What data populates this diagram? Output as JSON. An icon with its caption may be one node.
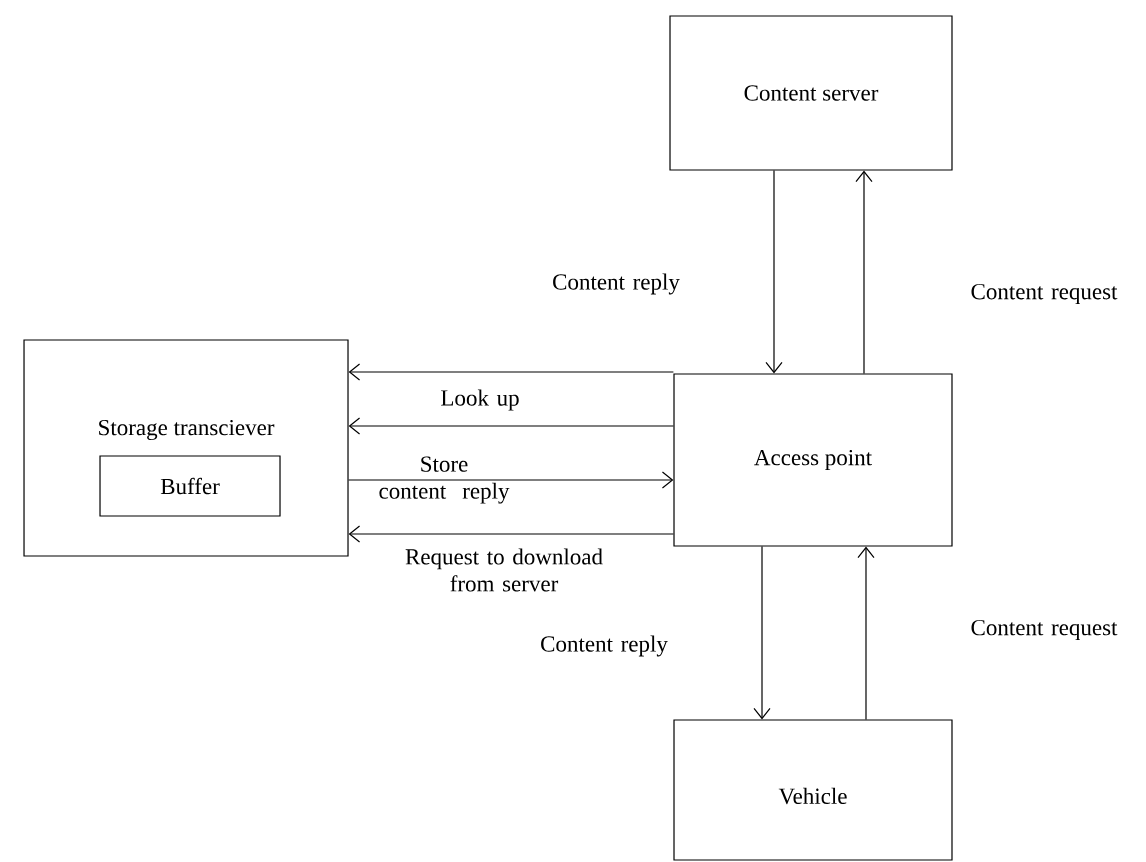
{
  "diagram": {
    "nodes": [
      {
        "text": [
          "Content server"
        ]
      },
      {
        "text": [
          "Storage transciever"
        ]
      },
      {
        "text": [
          "Buffer"
        ],
        "in": 1
      },
      {
        "text": [
          "Access point"
        ]
      },
      {
        "text": [
          "Vehicle"
        ]
      }
    ],
    "edges": [
      {
        "from": 0,
        "to": 3,
        "arrow": "to",
        "label": "Content reply"
      },
      {
        "from": 3,
        "to": 0,
        "arrow": "to",
        "label": "Content request"
      },
      {
        "from": 3,
        "to": 1,
        "arrow": "to",
        "label": "Look up"
      },
      {
        "from": 3,
        "to": 1,
        "arrow": "to"
      },
      {
        "from": 1,
        "to": 3,
        "arrow": "to",
        "label": "Store content reply"
      },
      {
        "from": 3,
        "to": 1,
        "arrow": "to",
        "label": "Request to download from server"
      },
      {
        "from": 3,
        "to": 4,
        "arrow": "to",
        "label": "Content reply"
      },
      {
        "from": 4,
        "to": 3,
        "arrow": "to",
        "label": "Content request"
      }
    ]
  }
}
